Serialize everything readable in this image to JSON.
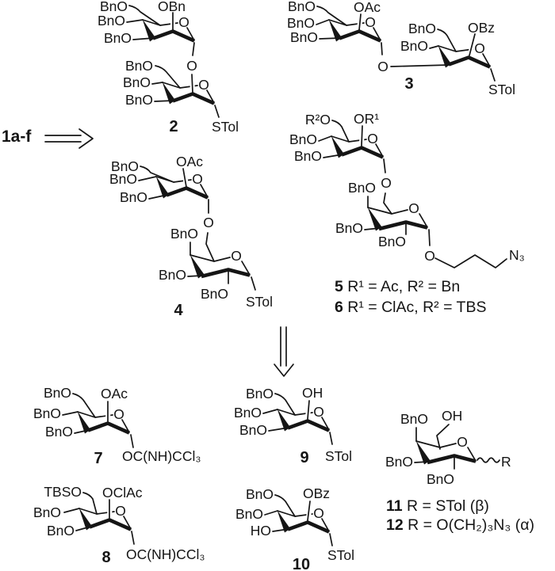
{
  "precursor_label": "1a-f",
  "c2": {
    "num": "2",
    "u_o6": "BnO",
    "u_o2": "OBn",
    "u_o4": "BnO",
    "u_o3": "BnO",
    "u_ring_o": "O",
    "bridge_o": "O",
    "l_o6": "BnO",
    "l_o4": "BnO",
    "l_o3": "BnO",
    "l_ring_o": "O",
    "anomeric": "STol"
  },
  "c3": {
    "num": "3",
    "l_o6": "BnO",
    "l_o2": "OAc",
    "l_o4": "BnO",
    "l_o3": "BnO",
    "l_ring_o": "O",
    "bridge_o": "O",
    "r_o6": "BnO",
    "r_o2": "OBz",
    "r_o4": "BnO",
    "r_ring_o": "O",
    "anomeric": "STol"
  },
  "c4": {
    "num": "4",
    "u_o6": "BnO",
    "u_o2": "OAc",
    "u_o4": "BnO",
    "u_o3": "BnO",
    "u_ring_o": "O",
    "bridge_o": "O",
    "l_o4": "BnO",
    "l_o3": "BnO",
    "l_o2": "BnO",
    "l_ring_o": "O",
    "anomeric": "STol"
  },
  "c56": {
    "u_o6": "R²O",
    "u_o2": "OR¹",
    "u_o4": "BnO",
    "u_o3": "BnO",
    "u_ring_o": "O",
    "bridge_o": "O",
    "l_o4": "BnO",
    "l_o3": "BnO",
    "l_o2": "BnO",
    "l_ring_o": "O",
    "anomeric_o": "O",
    "azide": "N₃",
    "def5_num": "5",
    "def5_rest": " R¹ = Ac, R² = Bn",
    "def6_num": "6",
    "def6_rest": " R¹ = ClAc, R² = TBS"
  },
  "c7": {
    "num": "7",
    "o6": "BnO",
    "o2": "OAc",
    "o4": "BnO",
    "o3": "BnO",
    "ring_o": "O",
    "anomeric": "OC(NH)CCl₃"
  },
  "c8": {
    "num": "8",
    "o6": "TBSO",
    "o2": "OClAc",
    "o4": "BnO",
    "o3": "BnO",
    "ring_o": "O",
    "anomeric": "OC(NH)CCl₃"
  },
  "c9": {
    "num": "9",
    "o6": "BnO",
    "o2": "OH",
    "o4": "BnO",
    "o3": "BnO",
    "ring_o": "O",
    "anomeric": "STol"
  },
  "c10": {
    "num": "10",
    "o6": "BnO",
    "o2": "OBz",
    "o4": "BnO",
    "o3": "HO",
    "ring_o": "O",
    "anomeric": "STol"
  },
  "c1112": {
    "o4": "BnO",
    "o6": "OH",
    "o3": "BnO",
    "o2": "BnO",
    "ring_o": "O",
    "anomeric": "R",
    "def11_num": "11",
    "def11_rest": " R = STol (β)",
    "def12_num": "12",
    "def12_rest": " R = O(CH₂)₃N₃ (α)"
  }
}
